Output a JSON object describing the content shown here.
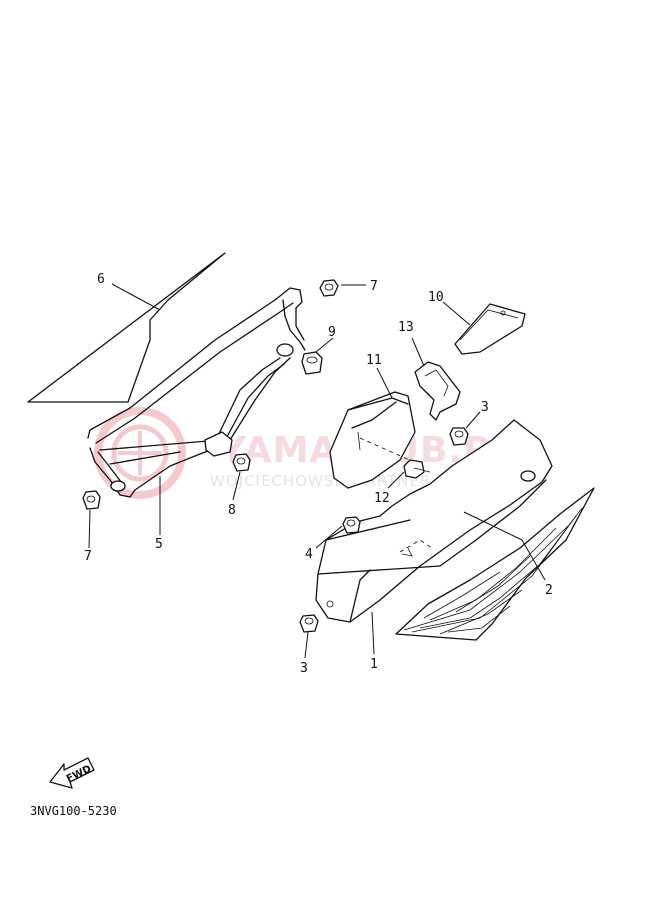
{
  "watermark": {
    "brand": "YAMAKLUB.PL",
    "tagline": "WOJCIECHOWSKI PARTNER YAMAHA",
    "color": "#e36b75"
  },
  "diagram_code": "3NVG100-5230",
  "fwd_label": "FWD",
  "callouts": [
    {
      "id": "c1",
      "text": "1"
    },
    {
      "id": "c2",
      "text": "2"
    },
    {
      "id": "c3a",
      "text": "3"
    },
    {
      "id": "c3b",
      "text": "3"
    },
    {
      "id": "c4",
      "text": "4"
    },
    {
      "id": "c5",
      "text": "5"
    },
    {
      "id": "c6",
      "text": "6"
    },
    {
      "id": "c7a",
      "text": "7"
    },
    {
      "id": "c7b",
      "text": "7"
    },
    {
      "id": "c8",
      "text": "8"
    },
    {
      "id": "c9",
      "text": "9"
    },
    {
      "id": "c10",
      "text": "10"
    },
    {
      "id": "c11",
      "text": "11"
    },
    {
      "id": "c12",
      "text": "12"
    },
    {
      "id": "c13",
      "text": "13"
    }
  ]
}
